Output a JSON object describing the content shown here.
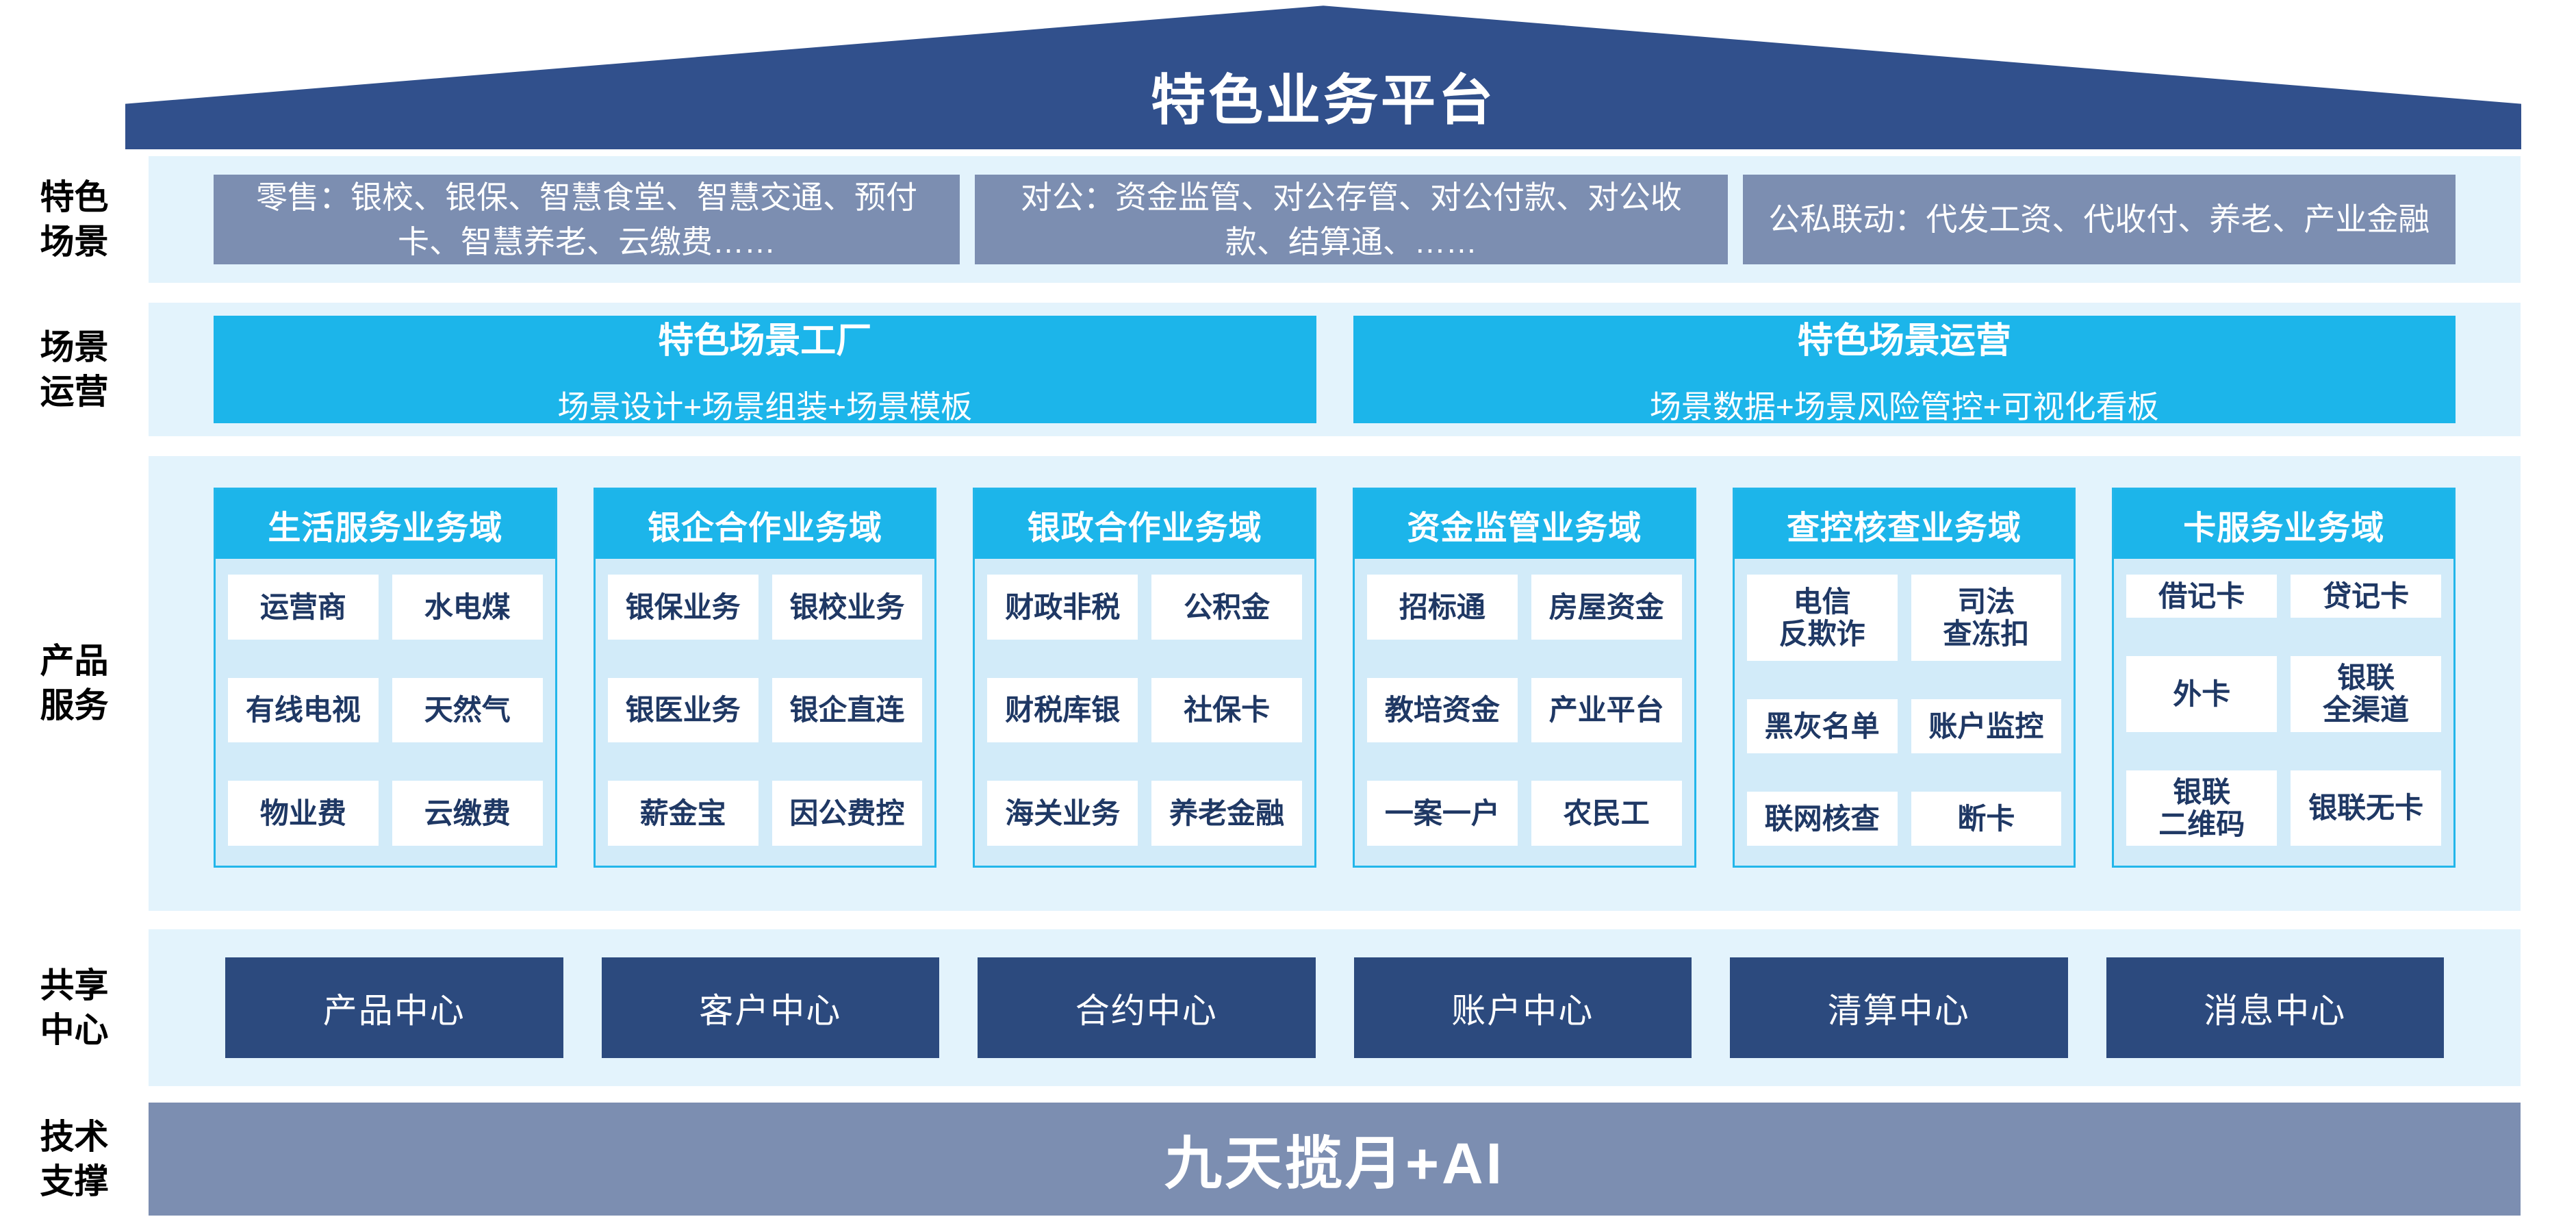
{
  "platform_title": "特色业务平台",
  "rows": {
    "scenes": {
      "label": "特色\n场景",
      "boxes": [
        "零售：银校、银保、智慧食堂、智慧交通、预付卡、智慧养老、云缴费……",
        "对公：资金监管、对公存管、对公付款、对公收款、结算通、……",
        "公私联动：代发工资、代收付、养老、产业金融"
      ]
    },
    "operations": {
      "label": "场景\n运营",
      "boxes": [
        {
          "title": "特色场景工厂",
          "subtitle": "场景设计+场景组装+场景模板"
        },
        {
          "title": "特色场景运营",
          "subtitle": "场景数据+场景风险管控+可视化看板"
        }
      ]
    },
    "products": {
      "label": "产品\n服务",
      "domains": [
        {
          "title": "生活服务业务域",
          "items": [
            "运营商",
            "水电煤",
            "有线电视",
            "天然气",
            "物业费",
            "云缴费"
          ]
        },
        {
          "title": "银企合作业务域",
          "items": [
            "银保业务",
            "银校业务",
            "银医业务",
            "银企直连",
            "薪金宝",
            "因公费控"
          ]
        },
        {
          "title": "银政合作业务域",
          "items": [
            "财政非税",
            "公积金",
            "财税库银",
            "社保卡",
            "海关业务",
            "养老金融"
          ]
        },
        {
          "title": "资金监管业务域",
          "items": [
            "招标通",
            "房屋资金",
            "教培资金",
            "产业平台",
            "一案一户",
            "农民工"
          ]
        },
        {
          "title": "查控核查业务域",
          "items": [
            "电信\n反欺诈",
            "司法\n查冻扣",
            "黑灰名单",
            "账户监控",
            "联网核查",
            "断卡"
          ]
        },
        {
          "title": "卡服务业务域",
          "items": [
            "借记卡",
            "贷记卡",
            "外卡",
            "银联\n全渠道",
            "银联\n二维码",
            "银联无卡"
          ]
        }
      ]
    },
    "shared": {
      "label": "共享\n中心",
      "centers": [
        "产品中心",
        "客户中心",
        "合约中心",
        "账户中心",
        "清算中心",
        "消息中心"
      ]
    },
    "tech": {
      "label": "技术\n支撑",
      "bar": "九天揽月+AI"
    }
  },
  "colors": {
    "roof_navy": "#31508C",
    "slate_blue": "#7C8EB1",
    "cyan_accent": "#1CB5EA",
    "navy_box": "#2C4A7E",
    "band_light_blue": "#E3F3FC",
    "panel_light_blue": "#D2EBF9",
    "item_text_navy": "#1F3864"
  }
}
